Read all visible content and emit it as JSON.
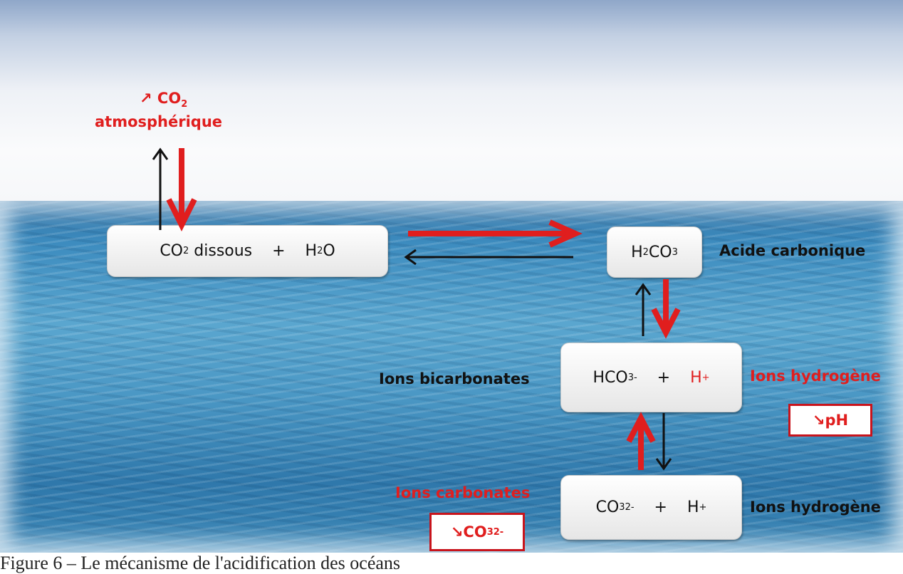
{
  "atmosphere": {
    "co2_arrow": "↗",
    "co2": "CO",
    "co2_sub": "2",
    "label": "atmosphérique"
  },
  "box_dissolved": {
    "co2": "CO",
    "co2_sub": "2",
    "text": " dissous    +    H",
    "h2o_sub": "2",
    "o": "O"
  },
  "box_carbonic": {
    "h": "H",
    "sub1": "2",
    "co": "CO",
    "sub2": "3"
  },
  "label_carbonic": "Acide carbonique",
  "box_bicarbonate": {
    "hco": "HCO",
    "sub": "3",
    "sup": "-",
    "plus": "    +    ",
    "h": "H",
    "h_sup": "+"
  },
  "label_bicarbonates": "Ions bicarbonates",
  "label_hydrogen_red": "Ions hydrogène",
  "ph_badge": {
    "arrow": "↘",
    "text": " pH"
  },
  "box_carbonate": {
    "co": "CO",
    "sub": "3",
    "sup": "2-",
    "plus": "    +    ",
    "h": "H",
    "h_sup": "+"
  },
  "label_carbonates": "Ions carbonates",
  "co3_badge": {
    "arrow": "↘",
    "co": " CO",
    "sub": "3",
    "sup": "2-"
  },
  "label_hydrogen_black": "Ions hydrogène",
  "caption": "Figure 6 – Le mécanisme de l'acidification des océans",
  "colors": {
    "red": "#e01e1e",
    "black": "#111111"
  }
}
